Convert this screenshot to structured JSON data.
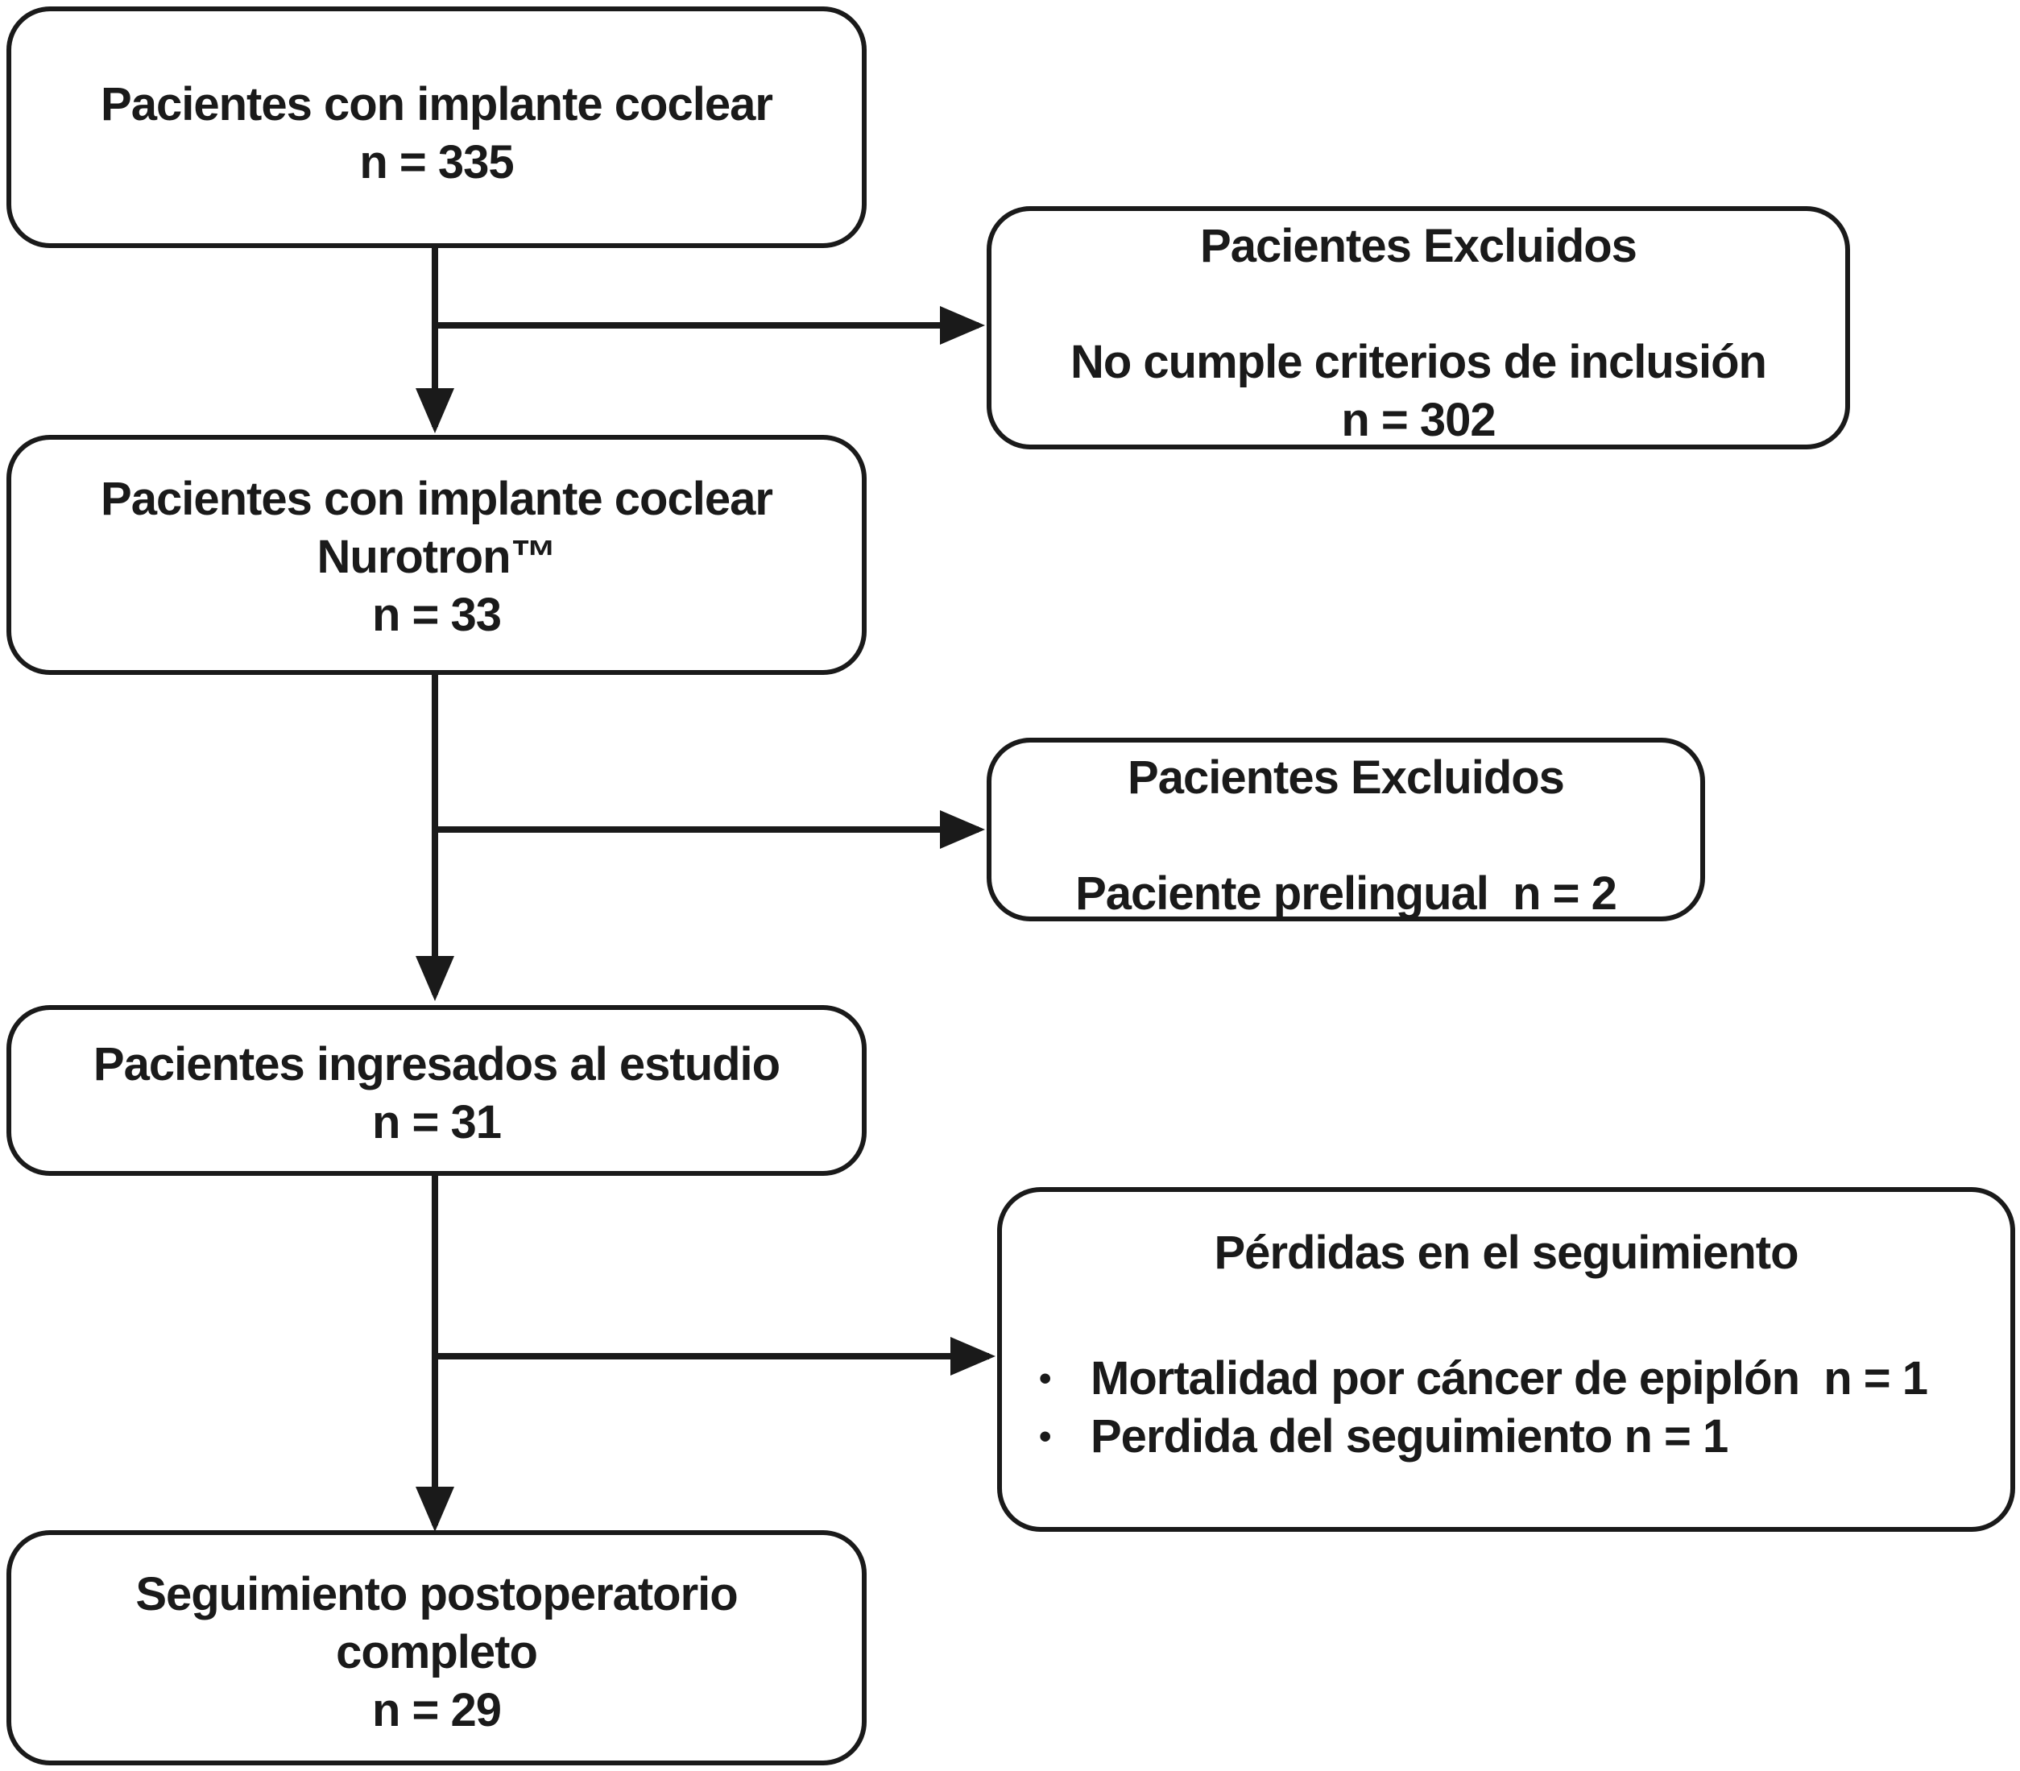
{
  "flowchart": {
    "main_boxes": [
      {
        "lines": [
          "Pacientes con implante coclear",
          "n = 335"
        ]
      },
      {
        "lines": [
          "Pacientes con implante coclear",
          "Nurotron™",
          "n = 33"
        ]
      },
      {
        "lines": [
          "Pacientes ingresados al estudio",
          "n = 31"
        ]
      },
      {
        "lines": [
          "Seguimiento postoperatorio",
          "completo",
          "n = 29"
        ]
      }
    ],
    "side_boxes": [
      {
        "title": "Pacientes Excluidos",
        "lines": [
          "No cumple criterios de inclusión",
          "n = 302"
        ]
      },
      {
        "title": "Pacientes Excluidos",
        "lines": [
          "Paciente prelingual  n = 2"
        ]
      },
      {
        "title": "Pérdidas en el seguimiento",
        "bullets": [
          "Mortalidad por cáncer de epiplón  n = 1",
          "Perdida del seguimiento n = 1"
        ]
      }
    ],
    "bullet_symbol": "•"
  }
}
